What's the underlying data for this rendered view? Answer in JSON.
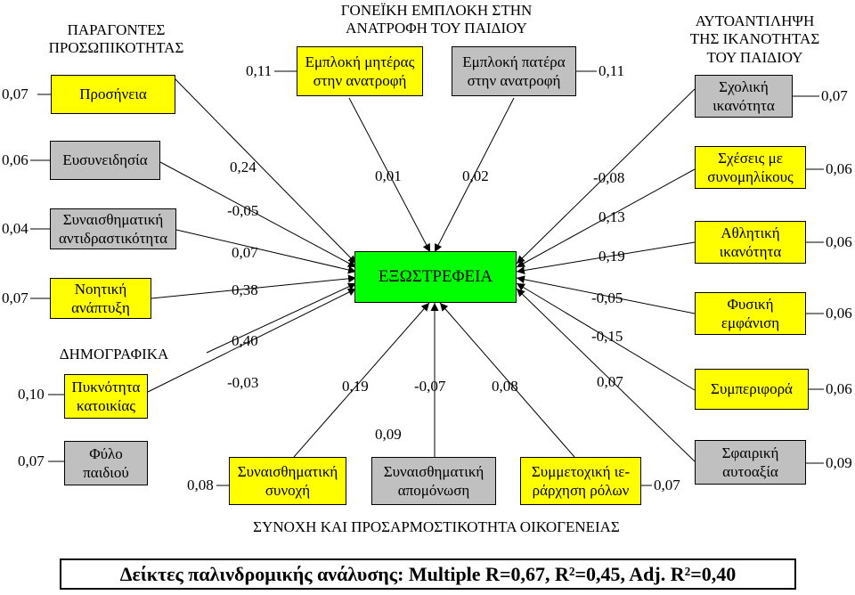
{
  "headers": {
    "personality": "ΠΑΡΑΓΟΝΤΕΣ\nΠΡΟΣΩΠΙΚΟΤΗΤΑΣ",
    "parental": "ΓΟΝΕΪΚΗ ΕΜΠΛΟΚΗ ΣΤΗΝ\nΑΝΑΤΡΟΦΗ ΤΟΥ ΠΑΙΔΙΟΥ",
    "self_perception": "ΑΥΤΟΑΝΤΙΛΗΨΗ\nΤΗΣ ΙΚΑΝΟΤΗΤΑΣ\nΤΟΥ ΠΑΙΔΙΟΥ",
    "demographic": "ΔΗΜΟΓΡΑΦΙΚΑ",
    "family": "ΣΥΝΟΧΗ ΚΑΙ ΠΡΟΣΑΡΜΟΣΤΙΚΟΤΗΤΑ ΟΙΚΟΓΕΝΕΙΑΣ"
  },
  "center": {
    "label": "ΕΞΩΣΤΡΕΦΕΙΑ",
    "color": "#00ff00"
  },
  "colors": {
    "yellow": "#ffff00",
    "gray": "#c0c0c0"
  },
  "boxes": {
    "agreeableness": "Προσήνεια",
    "mother": "Εμπλοκή μητέρας\nστην ανατροφή",
    "father": "Εμπλοκή πατέρα\nστην ανατροφή",
    "school": "Σχολική\nικανότητα",
    "conscientiousness": "Ευσυνειδησία",
    "emotional_reactivity": "Συναισθηματική\nαντιδραστικότητα",
    "intellect": "Νοητική\nανάπτυξη",
    "density": "Πυκνότητα\nκατοικίας",
    "gender": "Φύλο\nπαιδιού",
    "peers": "Σχέσεις με\nσυνομηλίκους",
    "athletic": "Αθλητική\nικανότητα",
    "appearance": "Φυσική\nεμφάνιση",
    "behavior": "Συμπεριφορά",
    "self_worth": "Σφαιρική\nαυτοαξία",
    "cohesion": "Συναισθηματική\nσυνοχή",
    "disengagement": "Συναισθηματική\nαπομόνωση",
    "roles": "Συμμετοχική ιε-\nράρχηση ρόλων"
  },
  "values": {
    "agreeableness_r2": "0,07",
    "parental_left": "0,11",
    "parental_right": "0,11",
    "school_r2": "0,07",
    "conscientiousness_r2": "0,06",
    "emotional_reactivity_r2": "0,04",
    "intellect_r2": "0,07",
    "density_r2": "0,10",
    "gender_r2": "0,07",
    "family_left": "0,08",
    "family_right": "0,07",
    "peers_r2": "0,06",
    "athletic_r2": "0,06",
    "appearance_r2": "0,06",
    "behavior_r2": "0,06",
    "self_worth_r2": "0,09",
    "path_conscientiousness": "0,24",
    "path_emotional_a": "-0,05",
    "path_emotional_b": "0,07",
    "path_intellect": "0,38",
    "path_demo": "0,40",
    "path_density": "-0,03",
    "path_mother": "0,01",
    "path_father": "0,02",
    "path_school": "-0,08",
    "path_peers": "0,13",
    "path_athletic": "0,19",
    "path_appearance": "-0,05",
    "path_behavior": "-0,15",
    "path_self_worth": "0,07",
    "path_cohesion": "0,19",
    "path_disengagement_a": "-0,07",
    "path_disengagement_b": "0,09",
    "path_roles": "0,08"
  },
  "footer": "Δείκτες παλινδρομικής ανάλυσης: Multiple R=0,67, R²=0,45, Adj. R²=0,40"
}
